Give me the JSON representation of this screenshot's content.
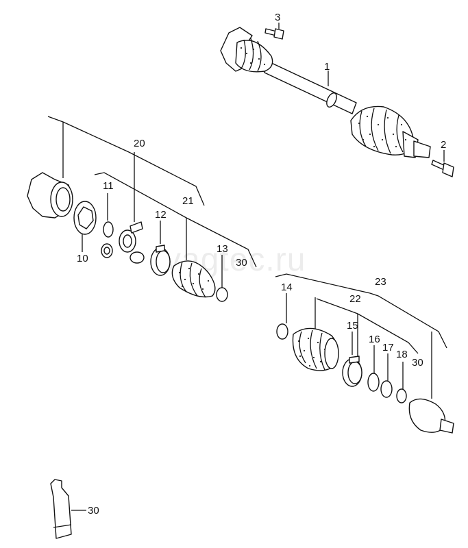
{
  "watermark": "vagtec.ru",
  "labels": {
    "p1": "1",
    "p2": "2",
    "p3": "3",
    "p10": "10",
    "p11": "11",
    "p12": "12",
    "p13": "13",
    "p14": "14",
    "p15": "15",
    "p16": "16",
    "p17": "17",
    "p18": "18",
    "p20": "20",
    "p21": "21",
    "p22": "22",
    "p23": "23",
    "p30a": "30",
    "p30b": "30",
    "p30c": "30"
  },
  "icons": [
    "drive-shaft-icon",
    "bolt-icon",
    "cv-joint-housing-icon",
    "boot-icon",
    "clamp-icon",
    "circlip-icon",
    "grease-tube-icon"
  ]
}
